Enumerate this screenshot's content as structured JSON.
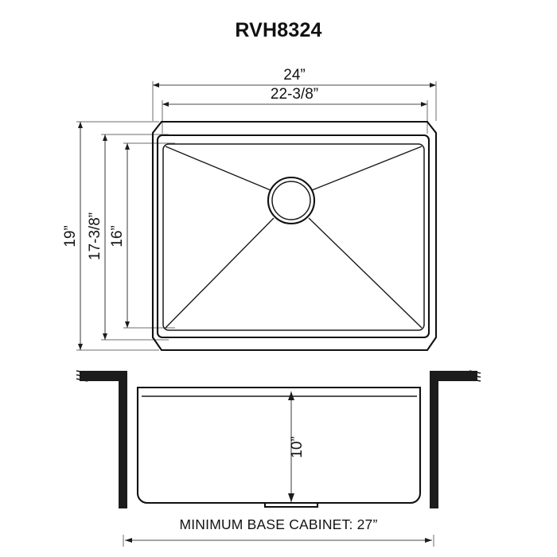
{
  "page": {
    "title": "RVH8324",
    "background_color": "#ffffff",
    "line_color": "#111111",
    "dim_color": "#4a4a4a"
  },
  "drawing": {
    "product_model": "RVH8324",
    "type": "sink-specification-drawing",
    "views": [
      {
        "name": "top-view",
        "label": ""
      },
      {
        "name": "front-section-view",
        "label": ""
      }
    ]
  },
  "dimensions": {
    "top_outer_width": "24”",
    "top_inner_width": "22-3/8”",
    "left_outer_height": "19”",
    "left_middle_height": "17-3/8”",
    "left_inner_height": "16”",
    "bowl_depth": "10”",
    "base_cabinet": "MINIMUM BASE CABINET: 27”"
  },
  "chart_data": {
    "type": "table",
    "title": "RVH8324",
    "categories": [
      "Outer width",
      "Inner width",
      "Outer height",
      "Middle height",
      "Inner height",
      "Bowl depth",
      "Minimum base cabinet"
    ],
    "values": [
      24,
      22.375,
      19,
      17.375,
      16,
      10,
      27
    ],
    "unit": "inch",
    "labels": [
      "24”",
      "22-3/8”",
      "19”",
      "17-3/8”",
      "16”",
      "10”",
      "27”"
    ]
  }
}
